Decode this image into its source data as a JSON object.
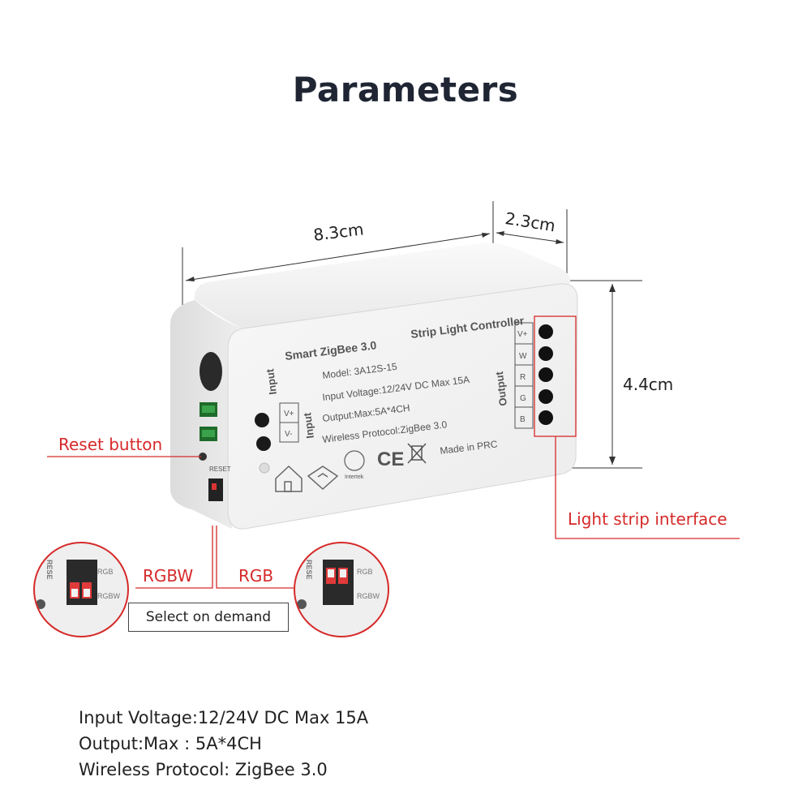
{
  "title": "Parameters",
  "dimensions": {
    "length": "8.3cm",
    "width": "2.3cm",
    "height": "4.4cm"
  },
  "callouts": {
    "reset": "Reset button",
    "light_strip": "Light strip interface",
    "rgbw": "RGBW",
    "rgb": "RGB",
    "select": "Select on demand"
  },
  "device_label": {
    "brand_line": "Smart ZigBee 3.0",
    "product_line": "Strip Light Controller",
    "model": "Model: 3A12S-15",
    "input_voltage": "Input Voltage:12/24V DC Max 15A",
    "output": "Output:Max:5A*4CH",
    "protocol": "Wireless Protocol:ZigBee 3.0",
    "made_in": "Made in PRC",
    "input_side": "Input",
    "input_mid": "Input",
    "output_side": "Output",
    "input_terminals": [
      "V+",
      "V-"
    ],
    "output_terminals": [
      "V+",
      "W",
      "R",
      "G",
      "B"
    ],
    "reset_text": "RESET",
    "switch_labels": [
      "RGB",
      "RGBW"
    ],
    "reset_zoom_text": "RESE",
    "intertek": "Intertek"
  },
  "specs": [
    "Input Voltage:12/24V DC Max 15A",
    "Output:Max : 5A*4CH",
    "Wireless Protocol: ZigBee 3.0"
  ],
  "colors": {
    "accent": "#d62a2a",
    "title": "#1f2533",
    "device_body": "#f2f2f2"
  }
}
